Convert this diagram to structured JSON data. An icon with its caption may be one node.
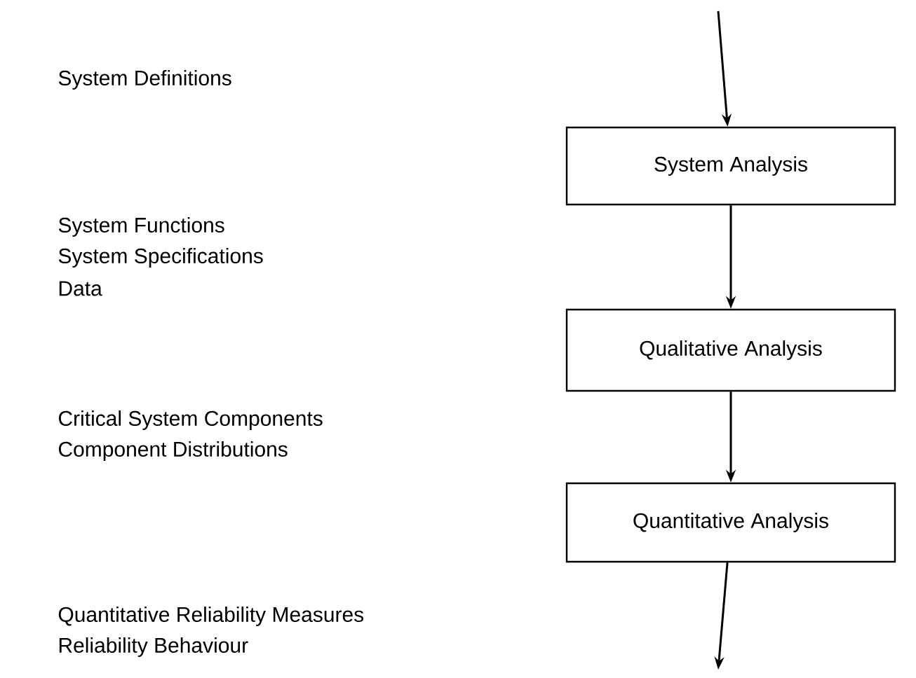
{
  "diagram": {
    "nodes": [
      {
        "text": [
          "System Analysis"
        ]
      },
      {
        "text": [
          "Qualitative Analysis"
        ]
      },
      {
        "text": [
          "Quantitative Analysis"
        ]
      }
    ],
    "edges": [
      {
        "from": null,
        "to": 0,
        "arrow": "to"
      },
      {
        "from": 0,
        "to": 1,
        "arrow": "to"
      },
      {
        "from": 1,
        "to": 2,
        "arrow": "to"
      },
      {
        "from": 2,
        "to": null,
        "arrow": "to"
      }
    ],
    "labels": [
      "System Definitions",
      "System Functions",
      "System Specifications",
      "Data",
      "Critical System Components",
      "Component Distributions",
      "Quantitative Reliability Measures",
      "Reliability Behaviour"
    ]
  }
}
